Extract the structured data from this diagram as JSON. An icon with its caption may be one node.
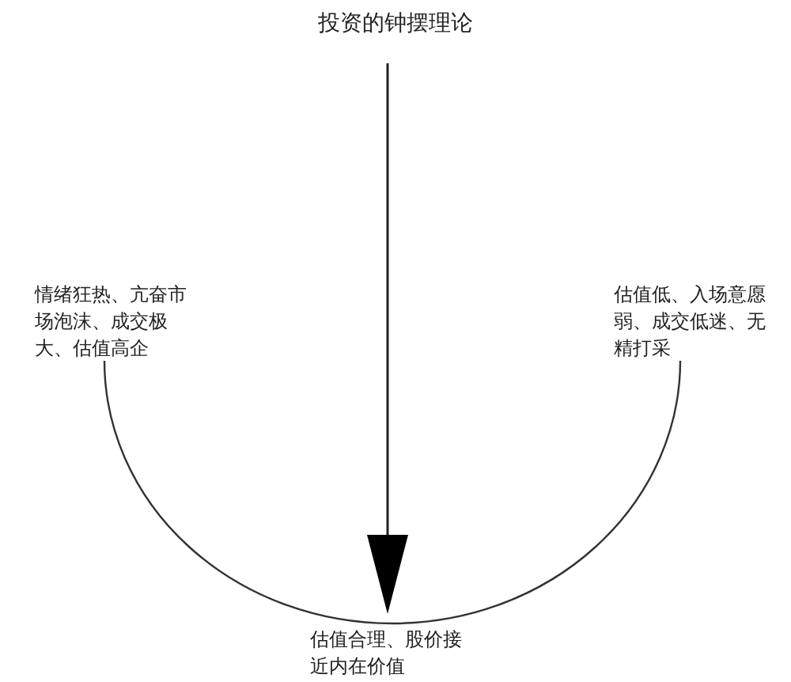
{
  "diagram": {
    "title": "投资的钟摆理论",
    "labels": [
      "情绪狂热、亢奋市场泡沫、成交极大、估值高企",
      "估值低、入场意愿弱、成交低迷、无精打采",
      "估值合理、股价接近内在价值"
    ]
  }
}
